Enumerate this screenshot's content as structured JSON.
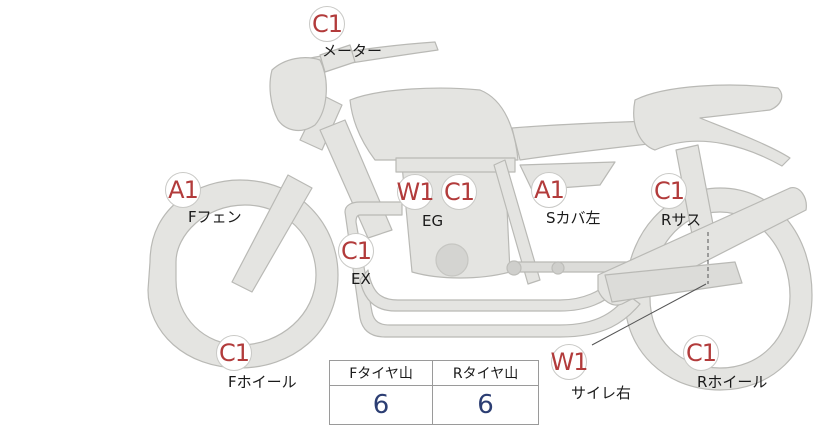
{
  "parts": [
    {
      "id": "meter",
      "code": "C1",
      "label": "メーター"
    },
    {
      "id": "f-fender",
      "code": "A1",
      "label": "Fフェン"
    },
    {
      "id": "eg-w",
      "code": "W1",
      "label": "EG"
    },
    {
      "id": "eg-c",
      "code": "C1",
      "label": ""
    },
    {
      "id": "s-cover-left",
      "code": "A1",
      "label": "Sカバ左"
    },
    {
      "id": "r-suspension",
      "code": "C1",
      "label": "Rサス"
    },
    {
      "id": "exhaust",
      "code": "C1",
      "label": "EX"
    },
    {
      "id": "f-wheel",
      "code": "C1",
      "label": "Fホイール"
    },
    {
      "id": "silencer-right",
      "code": "W1",
      "label": "サイレ右"
    },
    {
      "id": "r-wheel",
      "code": "C1",
      "label": "Rホイール"
    }
  ],
  "tread_table": {
    "front_header": "Fタイヤ山",
    "rear_header": "Rタイヤ山",
    "front_value": "6",
    "rear_value": "6"
  },
  "colors": {
    "body_fill": "#e4e4e1",
    "body_stroke": "#b9b9b5",
    "badge_text": "#b23b3b",
    "value_text": "#2c3e73"
  }
}
